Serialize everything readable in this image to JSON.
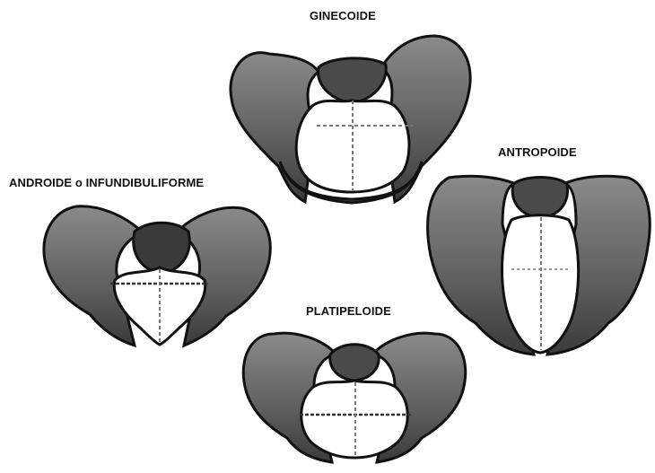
{
  "types": {
    "ginecoide": {
      "label": "GINECOIDE"
    },
    "antropoide": {
      "label": "ANTROPOIDE"
    },
    "androide": {
      "label": "ANDROIDE o INFUNDIBULIFORME"
    },
    "platipeloide": {
      "label": "PLATIPELOIDE"
    }
  },
  "colors": {
    "bone": "#6e6e6e",
    "bone_dark": "#2b2b2b",
    "outline": "#111111",
    "inlet": "#ffffff",
    "axis": "#777777"
  }
}
